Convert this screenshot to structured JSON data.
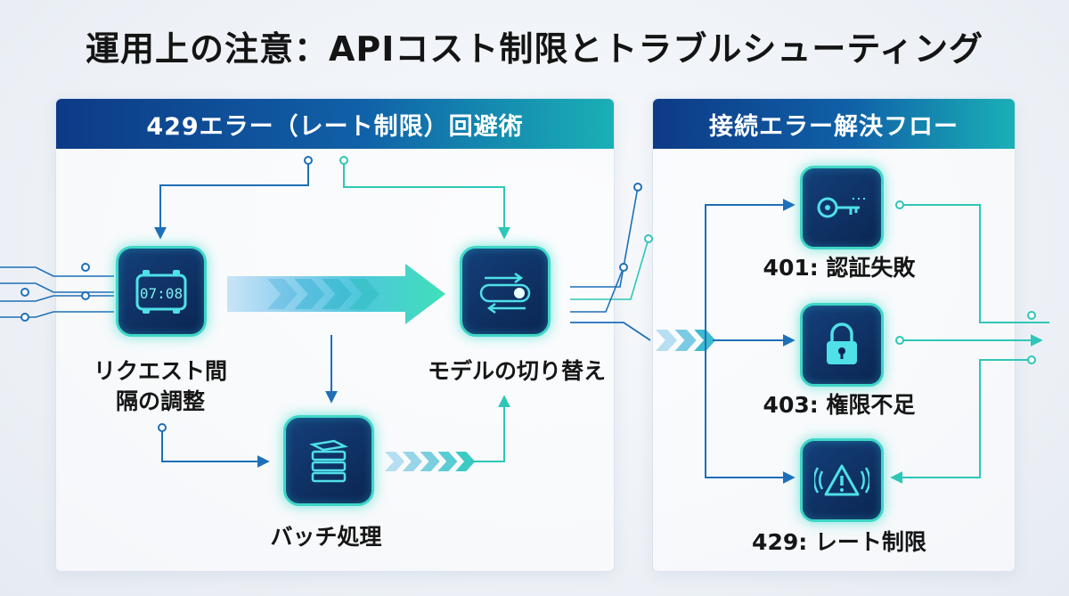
{
  "title": "運用上の注意：APIコスト制限とトラブルシューティング",
  "left_panel": {
    "heading": "429エラー（レート制限）回避術",
    "nodes": {
      "interval": {
        "line1": "リクエスト間",
        "line2": "隔の調整",
        "display": "07:08"
      },
      "model": {
        "label": "モデルの切り替え"
      },
      "batch": {
        "label": "バッチ処理"
      }
    }
  },
  "right_panel": {
    "heading": "接続エラー解決フロー",
    "nodes": {
      "auth": {
        "label": "401: 認証失敗",
        "icon": "key-icon"
      },
      "perm": {
        "label": "403: 権限不足",
        "icon": "lock-icon"
      },
      "rate": {
        "label": "429: レート制限",
        "icon": "warning-signal-icon"
      }
    }
  },
  "colors": {
    "navy": "#0d3a86",
    "teal": "#2fc6b8",
    "blue": "#1e6fb8",
    "node_bg": "#0b2552"
  }
}
